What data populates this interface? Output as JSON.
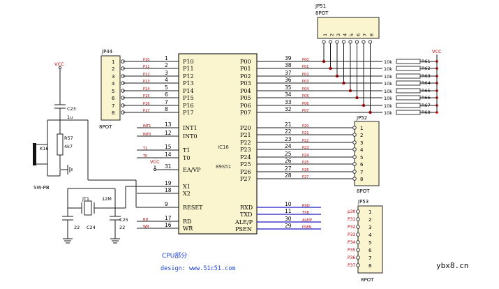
{
  "jp51": {
    "label": "JP51",
    "type": "8POT",
    "pins": [
      "1",
      "2",
      "3",
      "4",
      "5",
      "6",
      "7",
      "8"
    ]
  },
  "jp44": {
    "label": "JP44",
    "type": "8POT",
    "pins": [
      "1",
      "2",
      "3",
      "4",
      "5",
      "6",
      "7",
      "8"
    ]
  },
  "jp52": {
    "label": "JP52",
    "type": "8POT",
    "pins": [
      "1",
      "2",
      "3",
      "4",
      "5",
      "6",
      "7",
      "8"
    ]
  },
  "jp53": {
    "label": "JP53",
    "type": "8POT",
    "pins": [
      "1",
      "2",
      "3",
      "4",
      "5",
      "6",
      "7",
      "8"
    ]
  },
  "chip": {
    "ref": "IC16",
    "part": "89S51"
  },
  "vcc_label": "VCC",
  "left_pins": [
    {
      "num": "1",
      "name": "P10"
    },
    {
      "num": "2",
      "name": "P11"
    },
    {
      "num": "3",
      "name": "P12"
    },
    {
      "num": "4",
      "name": "P13"
    },
    {
      "num": "5",
      "name": "P14"
    },
    {
      "num": "6",
      "name": "P15"
    },
    {
      "num": "7",
      "name": "P16"
    },
    {
      "num": "8",
      "name": "P17"
    },
    {
      "num": "13",
      "name": "INT1"
    },
    {
      "num": "12",
      "name": "INT0"
    },
    {
      "num": "15",
      "name": "T1"
    },
    {
      "num": "14",
      "name": "T0"
    },
    {
      "num": "31",
      "name": "EA/VP"
    },
    {
      "num": "19",
      "name": "X1"
    },
    {
      "num": "18",
      "name": "X2"
    },
    {
      "num": "9",
      "name": "RESET"
    },
    {
      "num": "17",
      "name": "RD"
    },
    {
      "num": "16",
      "name": "WR"
    }
  ],
  "right_pins": [
    {
      "num": "39",
      "name": "P00"
    },
    {
      "num": "38",
      "name": "P01"
    },
    {
      "num": "37",
      "name": "P02"
    },
    {
      "num": "36",
      "name": "P03"
    },
    {
      "num": "35",
      "name": "P04"
    },
    {
      "num": "34",
      "name": "P05"
    },
    {
      "num": "33",
      "name": "P06"
    },
    {
      "num": "32",
      "name": "P07"
    },
    {
      "num": "21",
      "name": "P20"
    },
    {
      "num": "22",
      "name": "P21"
    },
    {
      "num": "23",
      "name": "P22"
    },
    {
      "num": "24",
      "name": "P23"
    },
    {
      "num": "25",
      "name": "P24"
    },
    {
      "num": "26",
      "name": "P25"
    },
    {
      "num": "27",
      "name": "P26"
    },
    {
      "num": "28",
      "name": "P27"
    },
    {
      "num": "10",
      "name": "RXD"
    },
    {
      "num": "11",
      "name": "TXD"
    },
    {
      "num": "30",
      "name": "ALE/P"
    },
    {
      "num": "29",
      "name": "PSEN"
    }
  ],
  "resistors": {
    "value": "10k",
    "names": [
      "R61",
      "R62",
      "R63",
      "R64",
      "R65",
      "R66",
      "R67",
      "R68"
    ]
  },
  "reset_circuit": {
    "cap": "C23",
    "cap_value": "1u",
    "res": "R57",
    "res_value": "4k7",
    "switch": "K16",
    "switch_type": "SW-PB"
  },
  "crystal": {
    "ref": "JT1",
    "freq": "12M",
    "c24": "C24",
    "c25": "C25",
    "cap_value": "22"
  },
  "jp53_nets": [
    "p30",
    "P31",
    "P32",
    "P33",
    "P34",
    "P35",
    "P36",
    "P37"
  ],
  "caption": {
    "title": "CPU部分",
    "design": "design: www.51c51.com"
  },
  "watermark": "ybx8.cn",
  "colors": {
    "wire": "#1a1a1a",
    "bus": "#1b1bc0",
    "label": "#c00000",
    "header_fill": "#fbf5cf",
    "text_blue": "#1a3fd0"
  }
}
